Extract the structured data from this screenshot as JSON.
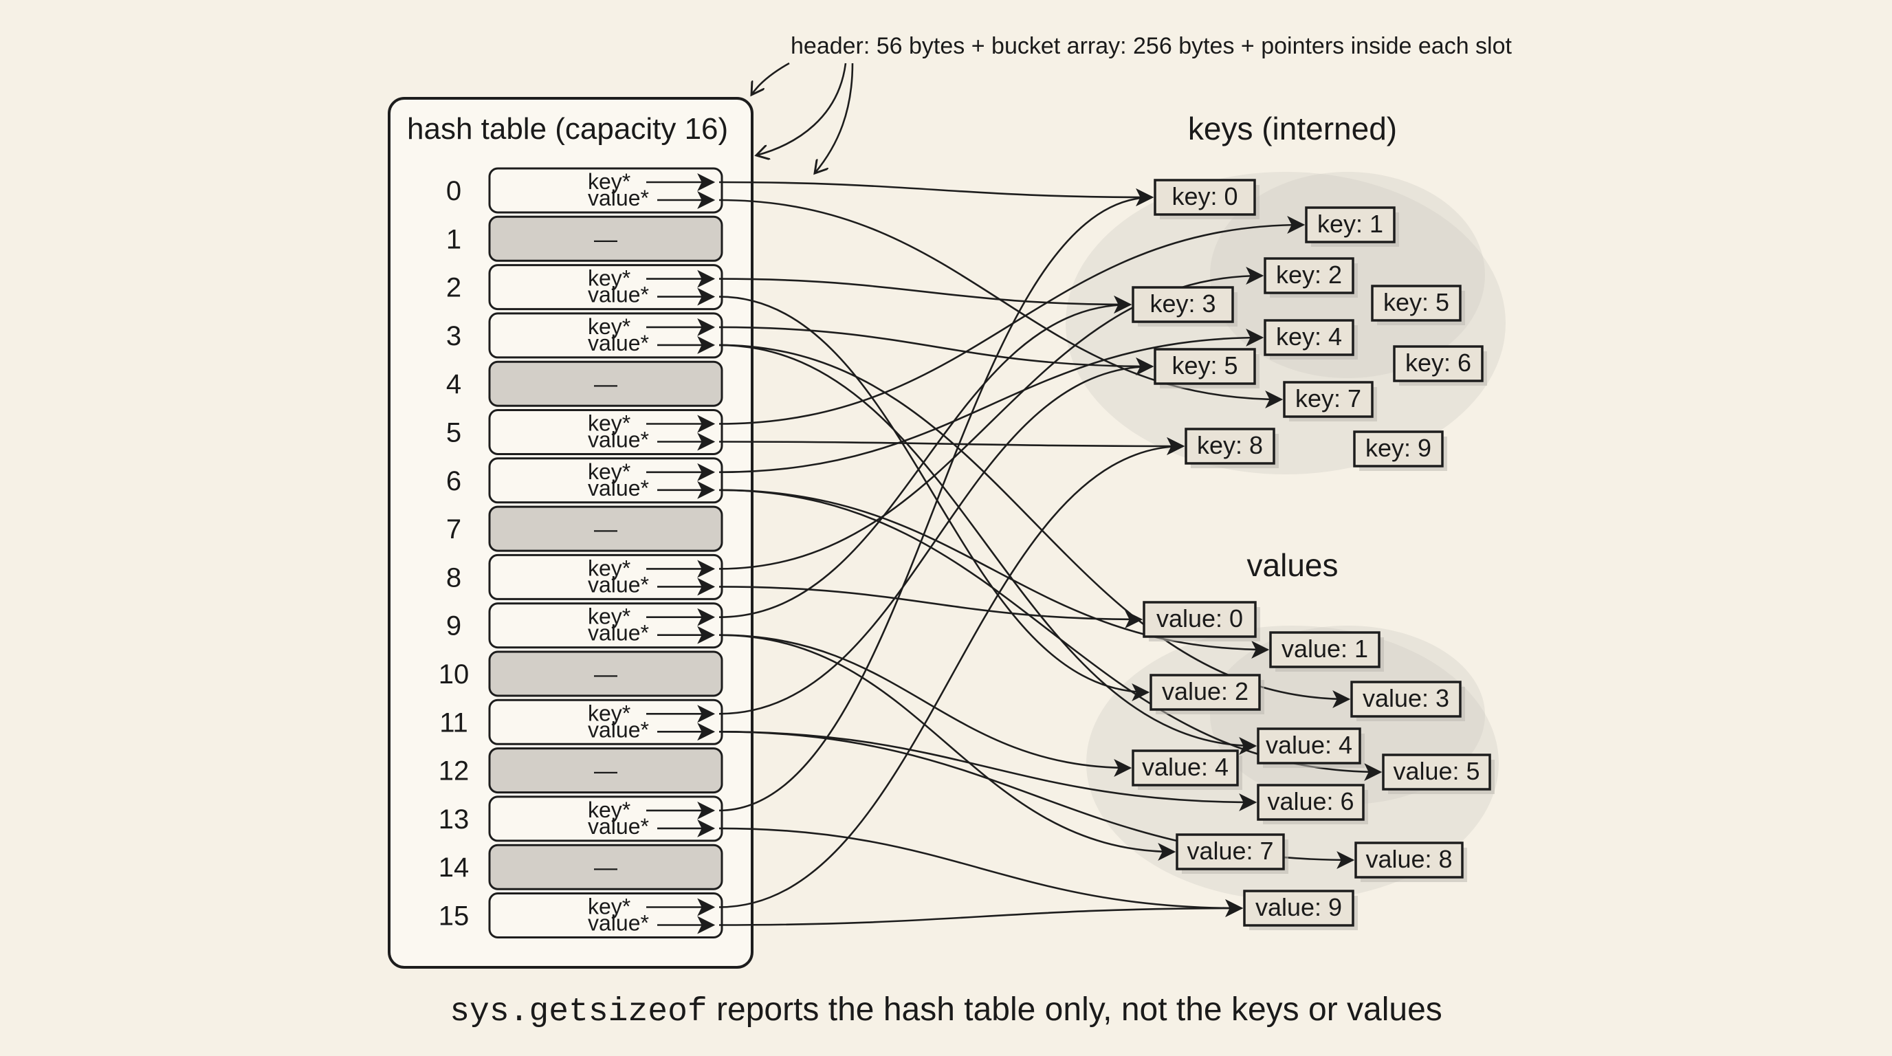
{
  "header_note": "header: 56 bytes + bucket array: 256 bytes + pointers inside each slot",
  "table": {
    "title": "hash table (capacity 16)",
    "slots": [
      {
        "index": "0",
        "filled": true
      },
      {
        "index": "1",
        "filled": false
      },
      {
        "index": "2",
        "filled": true
      },
      {
        "index": "3",
        "filled": true
      },
      {
        "index": "4",
        "filled": false
      },
      {
        "index": "5",
        "filled": true
      },
      {
        "index": "6",
        "filled": true
      },
      {
        "index": "7",
        "filled": false
      },
      {
        "index": "8",
        "filled": true
      },
      {
        "index": "9",
        "filled": true
      },
      {
        "index": "10",
        "filled": false
      },
      {
        "index": "11",
        "filled": true
      },
      {
        "index": "12",
        "filled": false
      },
      {
        "index": "13",
        "filled": true
      },
      {
        "index": "14",
        "filled": false
      },
      {
        "index": "15",
        "filled": true
      }
    ],
    "key_label": "key*",
    "value_label": "value*",
    "empty_label": "—"
  },
  "keys_heading": "keys (interned)",
  "values_heading": "values",
  "keys": [
    "key: 0",
    "key: 1",
    "key: 2",
    "key: 3",
    "key: 4",
    "key: 5",
    "key: 5",
    "key: 6",
    "key: 7",
    "key: 8",
    "key: 9"
  ],
  "values": [
    "value: 0",
    "value: 1",
    "value: 2",
    "value: 3",
    "value: 4",
    "value: 4",
    "value: 5",
    "value: 6",
    "value: 7",
    "value: 8",
    "value: 9"
  ],
  "caption": {
    "code": "sys.getsizeof",
    "text": " reports the hash table only, not the keys or values"
  }
}
